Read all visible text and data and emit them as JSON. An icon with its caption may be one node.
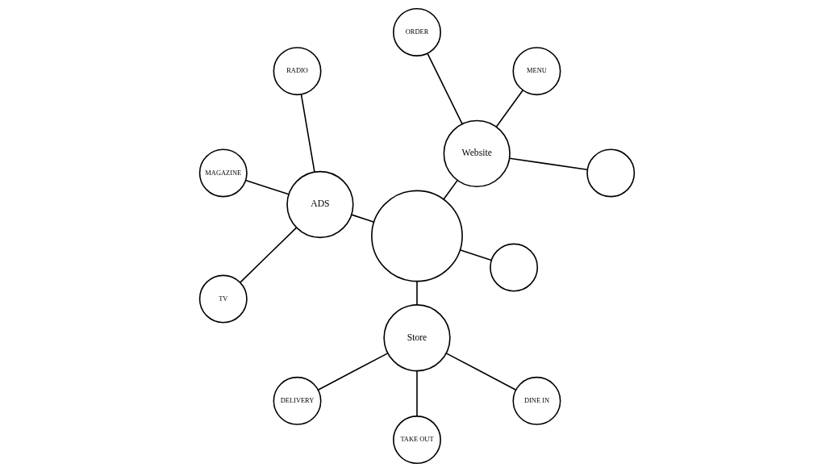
{
  "diagram": {
    "nodes": [
      {
        "text": [],
        "shape": "circle"
      },
      {
        "text": [
          "MENU"
        ]
      },
      {
        "text": [
          "ORDER"
        ]
      },
      {
        "text": [
          "Website"
        ]
      },
      {
        "text": [
          "RADIO"
        ]
      },
      {
        "text": [
          "DELIVERY"
        ]
      },
      {
        "text": [],
        "shape": "circle"
      },
      {
        "text": [
          "ADS"
        ]
      },
      {
        "text": [
          "MAGAZINE"
        ]
      },
      {
        "text": [
          "Store"
        ]
      },
      {
        "text": [
          "TAKE OUT"
        ]
      },
      {
        "text": [
          "TV"
        ]
      },
      {
        "text": [
          "DINE IN"
        ]
      },
      {
        "text": [],
        "shape": "circle"
      }
    ],
    "edges": [
      {
        "from": 3,
        "to": 0,
        "arrow": "none"
      },
      {
        "from": 3,
        "to": 1,
        "arrow": "none"
      },
      {
        "from": 3,
        "to": 2,
        "arrow": "none"
      },
      {
        "from": 6,
        "to": 3,
        "arrow": "none"
      },
      {
        "from": 6,
        "to": 7,
        "arrow": "none"
      },
      {
        "from": 6,
        "to": 9,
        "arrow": "none"
      },
      {
        "from": 6,
        "to": 13,
        "arrow": "none"
      },
      {
        "from": 7,
        "to": 4,
        "arrow": "none"
      },
      {
        "from": 7,
        "to": 8,
        "arrow": "none"
      },
      {
        "from": 7,
        "to": 11,
        "arrow": "none"
      },
      {
        "from": 9,
        "to": 5,
        "arrow": "none"
      },
      {
        "from": 9,
        "to": 10,
        "arrow": "none"
      },
      {
        "from": 9,
        "to": 12,
        "arrow": "none"
      }
    ]
  }
}
